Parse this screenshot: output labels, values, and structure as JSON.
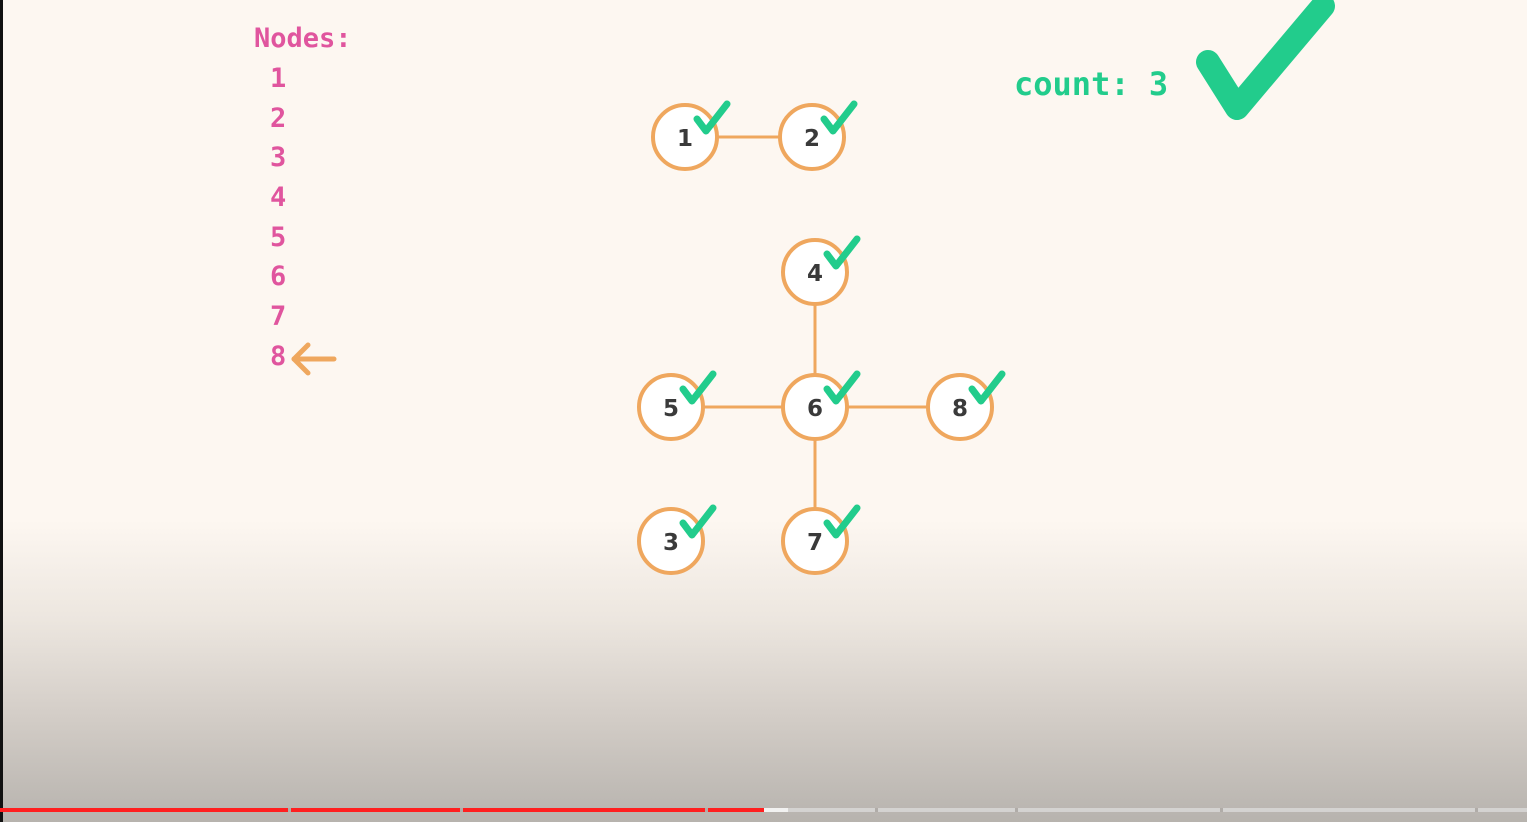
{
  "nodes_panel": {
    "title": "Nodes:",
    "items": [
      "1",
      "2",
      "3",
      "4",
      "5",
      "6",
      "7",
      "8"
    ],
    "current_index": 7
  },
  "counter": {
    "text": "count: 3"
  },
  "graph": {
    "nodes": [
      {
        "id": "1",
        "visited": true
      },
      {
        "id": "2",
        "visited": true
      },
      {
        "id": "4",
        "visited": true
      },
      {
        "id": "5",
        "visited": true
      },
      {
        "id": "6",
        "visited": true
      },
      {
        "id": "8",
        "visited": true
      },
      {
        "id": "3",
        "visited": true
      },
      {
        "id": "7",
        "visited": true
      }
    ],
    "edges": [
      [
        "1",
        "2"
      ],
      [
        "4",
        "6"
      ],
      [
        "5",
        "6"
      ],
      [
        "6",
        "8"
      ],
      [
        "6",
        "7"
      ]
    ]
  },
  "colors": {
    "node_border": "#efa75e",
    "node_fill": "#ffffff",
    "node_text": "#3a3a3a",
    "edge": "#efa75e",
    "check": "#22cc8c",
    "list_text": "#e0559e",
    "arrow": "#efa75e",
    "progress": "#ff1f1f"
  },
  "video_progress": {
    "played_fraction": 0.5
  }
}
